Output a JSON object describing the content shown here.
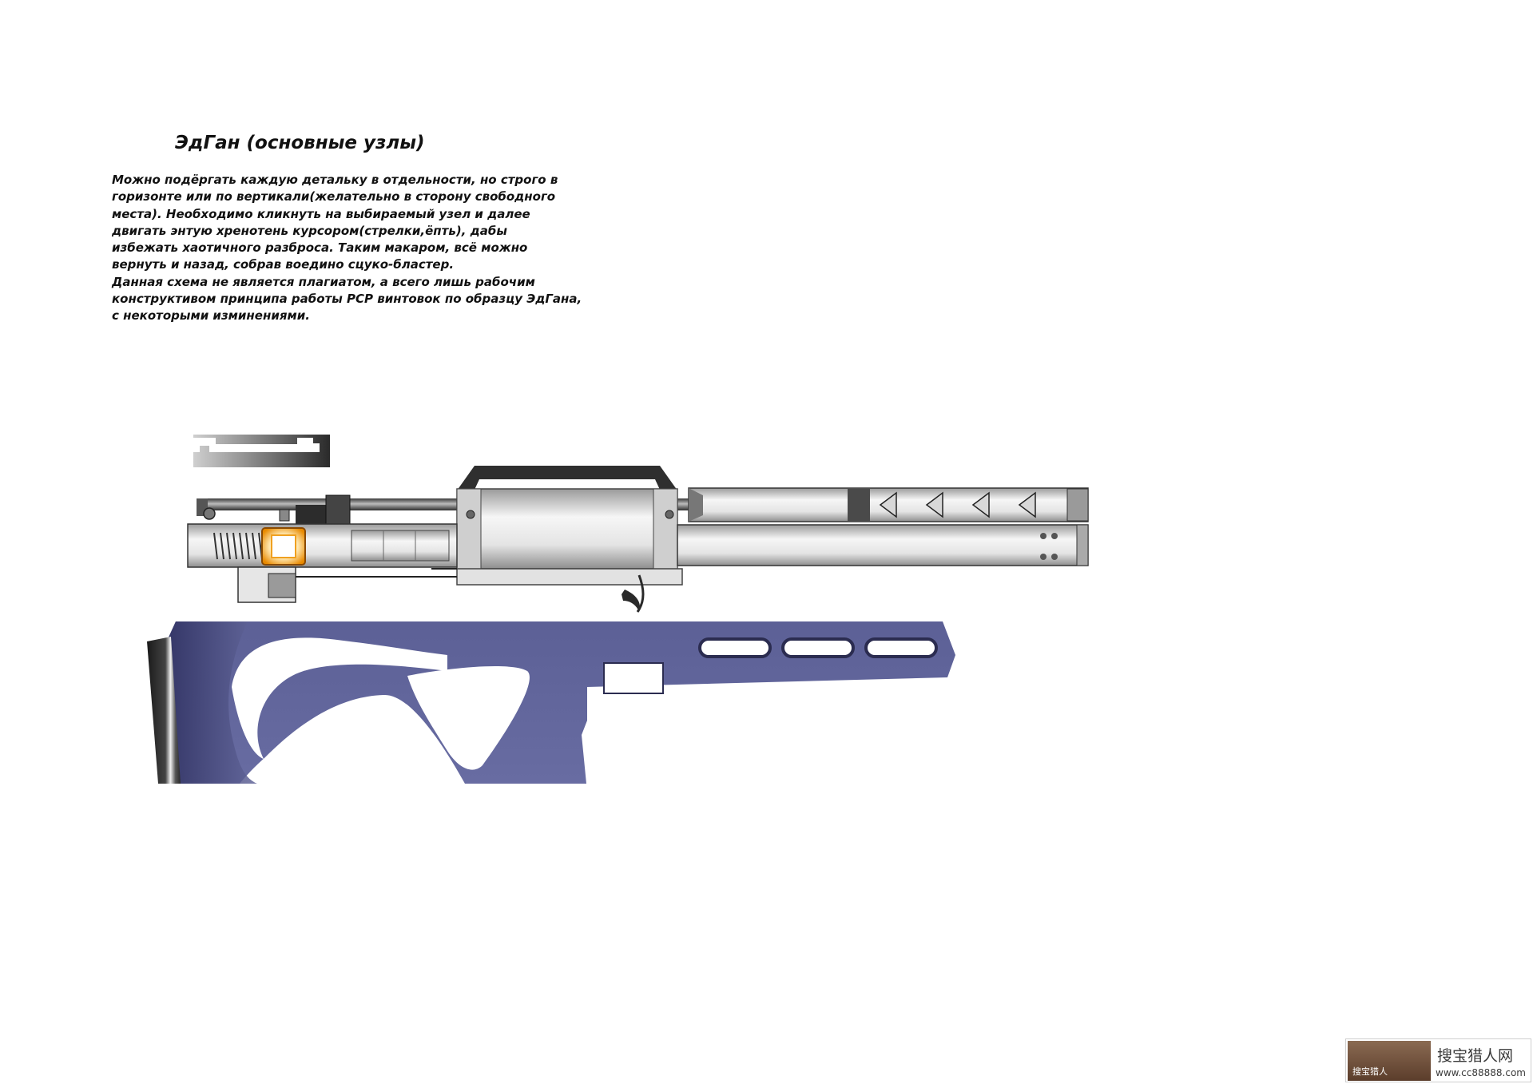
{
  "title": "ЭдГан (основные узлы)",
  "description_lines": [
    "Можно подёргать каждую детальку в отдельности, но строго в",
    "горизонте или по вертикали(желательно в сторону свободного",
    "места). Необходимо кликнуть на выбираемый узел и далее",
    "двигать энтую хренотень  курсором(стрелки,ёпть), дабы",
    "избежать хаотичного разброса. Таким макаром, всё можно",
    "вернуть и назад, собрав воедино сцуко-бластер.",
    "Данная схема не является плагиатом, а всего лишь рабочим",
    "конструктивом принципа работы PCP винтовок по образцу ЭдГана,",
    "с некоторыми изминениями."
  ],
  "parts": [
    {
      "name": "top-rail-part"
    },
    {
      "name": "barrel-assembly"
    },
    {
      "name": "carry-handle-frame"
    },
    {
      "name": "shroud-moderator"
    },
    {
      "name": "air-cylinder"
    },
    {
      "name": "hammer-spring-assembly"
    },
    {
      "name": "valve-block"
    },
    {
      "name": "trigger-group"
    },
    {
      "name": "trigger-blade"
    },
    {
      "name": "stock"
    }
  ],
  "colors": {
    "stock": "#62669a",
    "stock_dark": "#3f4270",
    "metal_light": "#f2f2f2",
    "metal_mid": "#b8b8b8",
    "metal_dark": "#333333",
    "valve_orange": "#f0a020"
  },
  "watermark": {
    "logo_text": "搜宝猎人",
    "name": "搜宝猎人网",
    "url": "www.cc88888.com"
  }
}
